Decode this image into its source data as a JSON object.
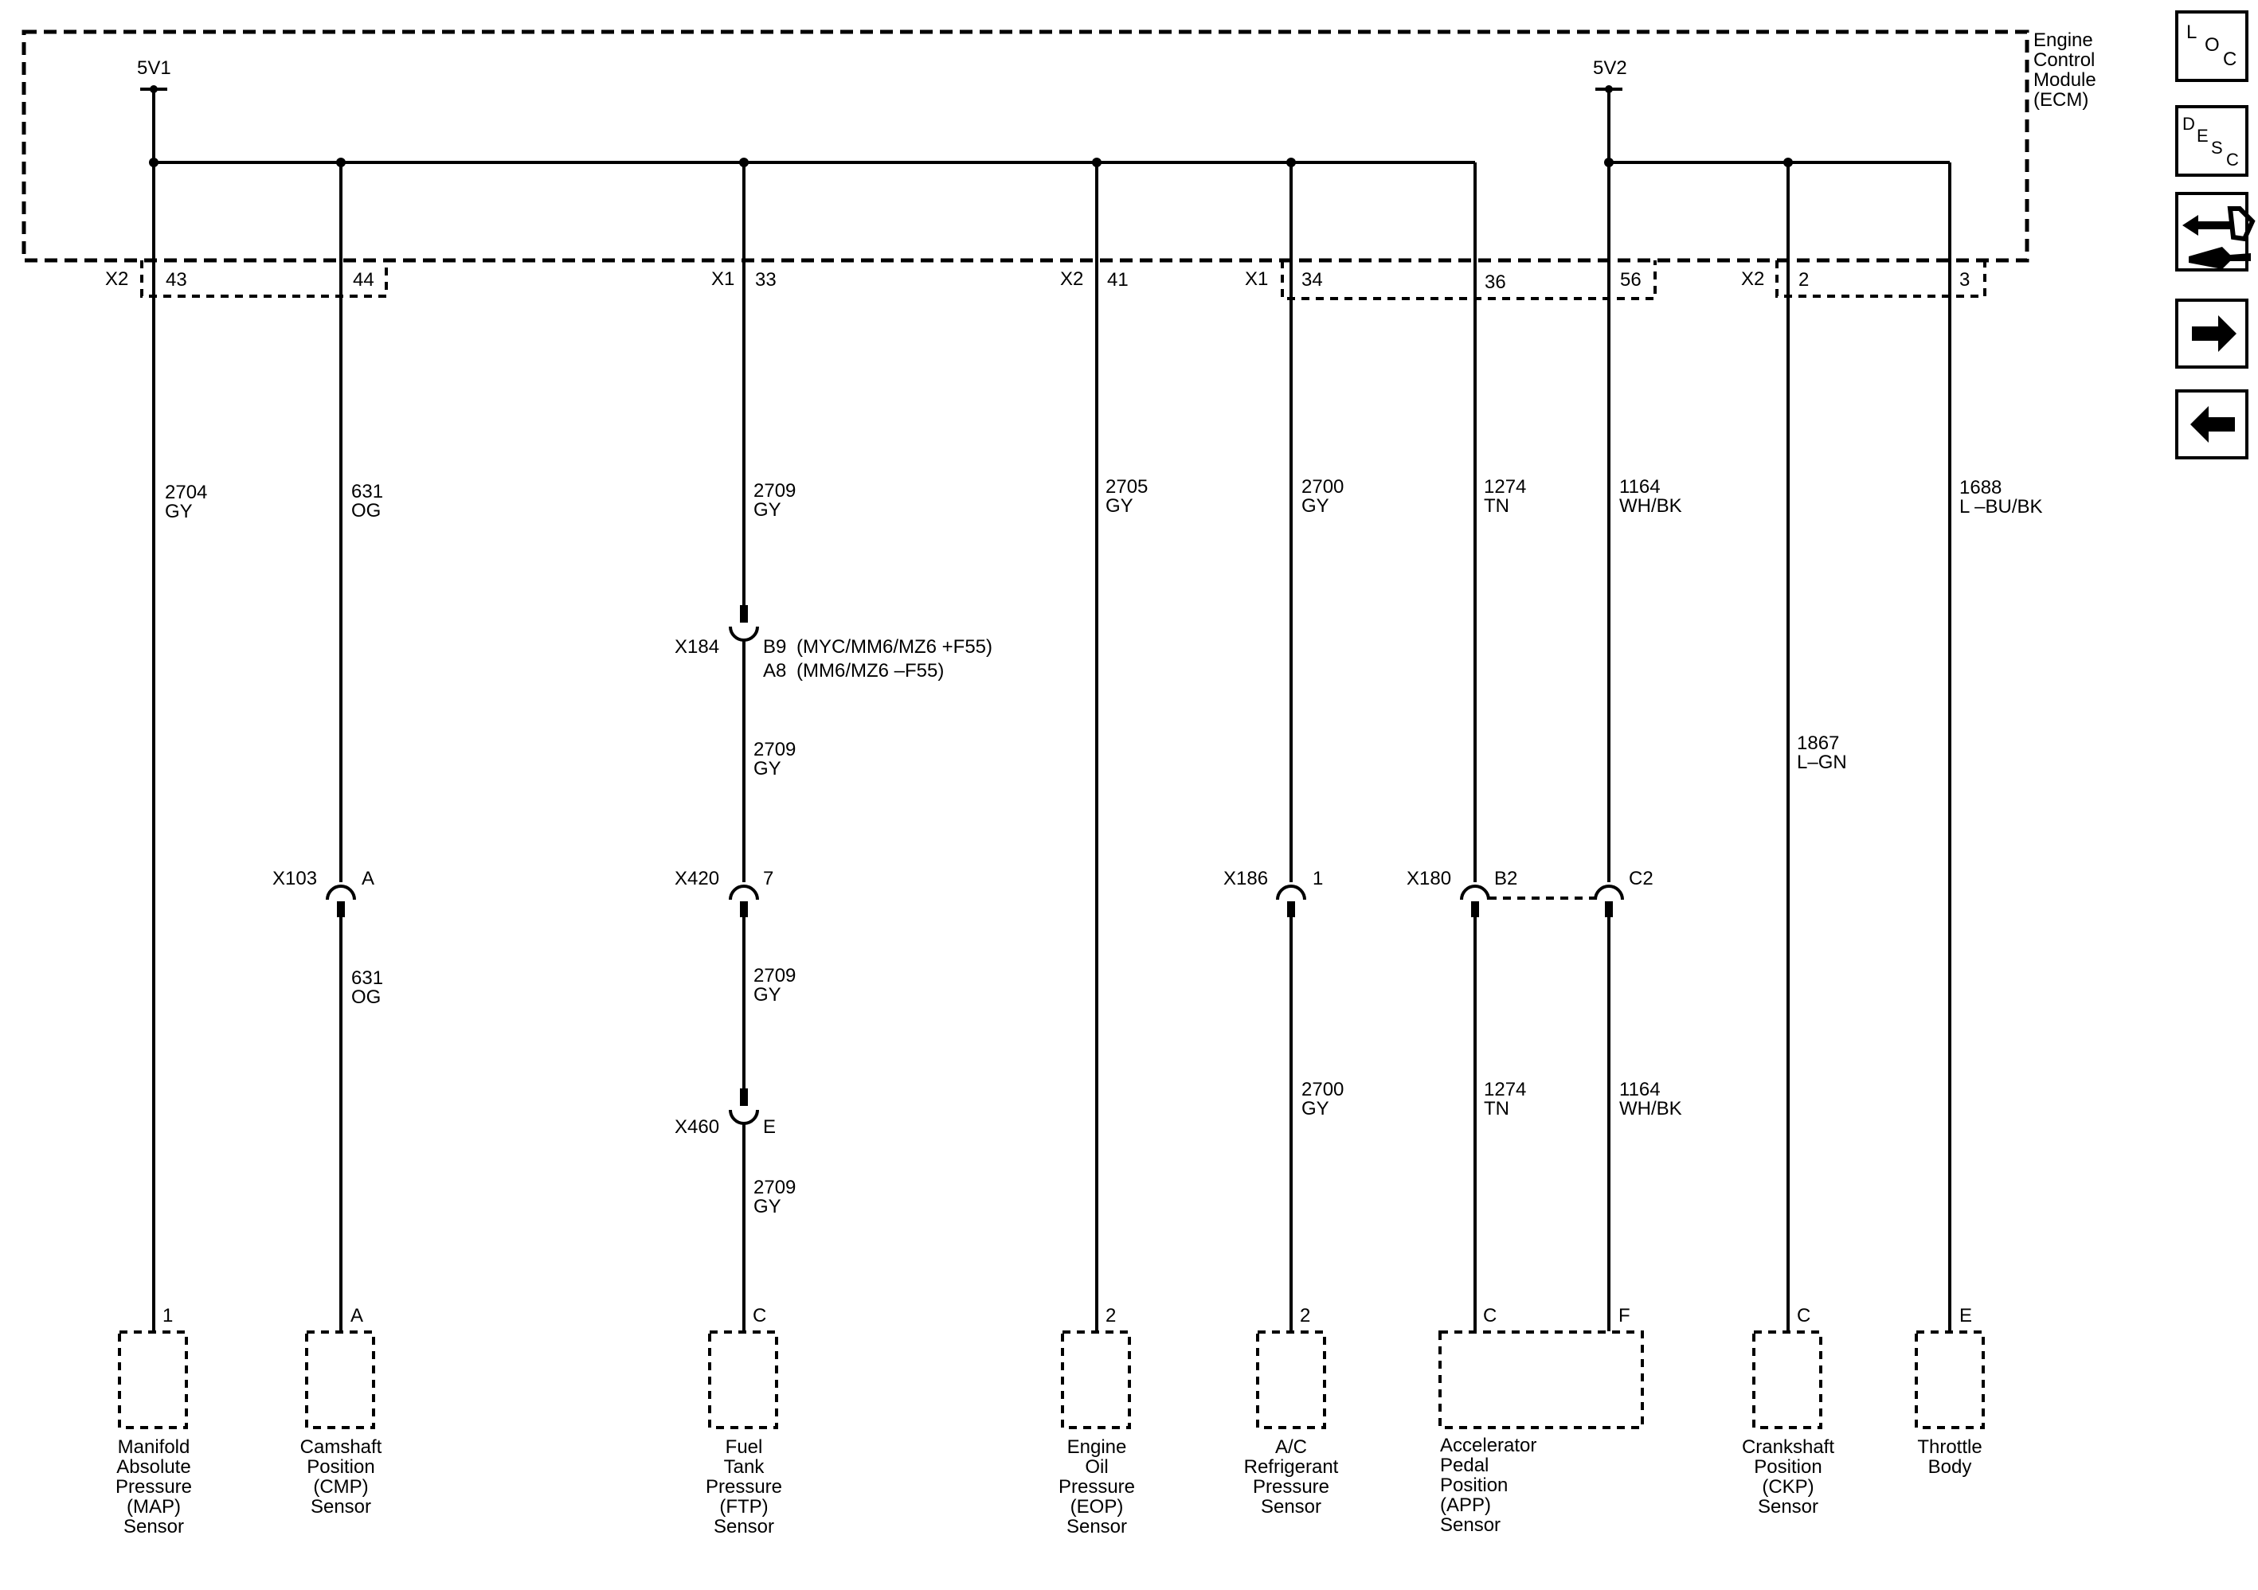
{
  "ecm": {
    "title_lines": [
      "Engine",
      "Control",
      "Module",
      "(ECM)"
    ],
    "supply1": "5V1",
    "supply2": "5V2"
  },
  "connectors": {
    "x2_left": "X2",
    "x1_mid": "X1",
    "x2_mid": "X2",
    "x1_right": "X1",
    "x2_right": "X2"
  },
  "wires": [
    {
      "id": "map",
      "ecm_pin": "43",
      "upper_circuit": "2704",
      "upper_color": "GY",
      "sensor_pin": "1",
      "sensor_lines": [
        "Manifold",
        "Absolute",
        "Pressure",
        "(MAP)",
        "Sensor"
      ]
    },
    {
      "id": "cmp",
      "ecm_pin": "44",
      "upper_circuit": "631",
      "upper_color": "OG",
      "inline": [
        {
          "name": "X103",
          "pin": "A"
        }
      ],
      "lower": [
        {
          "circuit": "631",
          "color": "OG"
        }
      ],
      "sensor_pin": "A",
      "sensor_lines": [
        "Camshaft",
        "Position",
        "(CMP)",
        "Sensor"
      ]
    },
    {
      "id": "ftp",
      "ecm_pin": "33",
      "upper_circuit": "2709",
      "upper_color": "GY",
      "inline": [
        {
          "name": "X184",
          "pin": "B9",
          "note": "(MYC/MM6/MZ6 +F55)",
          "alt_pin": "A8",
          "alt_note": "(MM6/MZ6 –F55)"
        },
        {
          "name": "X420",
          "pin": "7"
        },
        {
          "name": "X460",
          "pin": "E"
        }
      ],
      "lower": [
        {
          "circuit": "2709",
          "color": "GY"
        },
        {
          "circuit": "2709",
          "color": "GY"
        },
        {
          "circuit": "2709",
          "color": "GY"
        }
      ],
      "sensor_pin": "C",
      "sensor_lines": [
        "Fuel",
        "Tank",
        "Pressure",
        "(FTP)",
        "Sensor"
      ]
    },
    {
      "id": "eop",
      "ecm_pin": "41",
      "upper_circuit": "2705",
      "upper_color": "GY",
      "sensor_pin": "2",
      "sensor_lines": [
        "Engine",
        "Oil",
        "Pressure",
        "(EOP)",
        "Sensor"
      ]
    },
    {
      "id": "ac",
      "ecm_pin": "34",
      "upper_circuit": "2700",
      "upper_color": "GY",
      "inline": [
        {
          "name": "X186",
          "pin": "1"
        }
      ],
      "lower": [
        {
          "circuit": "2700",
          "color": "GY"
        }
      ],
      "sensor_pin": "2",
      "sensor_lines": [
        "A/C",
        "Refrigerant",
        "Pressure",
        "Sensor"
      ]
    },
    {
      "id": "app1",
      "ecm_pin": "36",
      "upper_circuit": "1274",
      "upper_color": "TN",
      "inline": [
        {
          "name": "X180",
          "pin": "B2"
        }
      ],
      "lower": [
        {
          "circuit": "1274",
          "color": "TN"
        }
      ],
      "sensor_pin": "C",
      "sensor_lines": [
        "Accelerator",
        "Pedal",
        "Position",
        "(APP)",
        "Sensor"
      ]
    },
    {
      "id": "app2",
      "ecm_pin": "56",
      "upper_circuit": "1164",
      "upper_color": "WH/BK",
      "inline": [
        {
          "name": "",
          "pin": "C2"
        }
      ],
      "lower": [
        {
          "circuit": "1164",
          "color": "WH/BK"
        }
      ],
      "sensor_pin": "F"
    },
    {
      "id": "ckp",
      "ecm_pin": "2",
      "upper_circuit": "1867",
      "upper_color": "L–GN",
      "sensor_pin": "C",
      "sensor_lines": [
        "Crankshaft",
        "Position",
        "(CKP)",
        "Sensor"
      ]
    },
    {
      "id": "tb",
      "ecm_pin": "3",
      "upper_circuit": "1688",
      "upper_color": "L –BU/BK",
      "sensor_pin": "E",
      "sensor_lines": [
        "Throttle",
        "Body"
      ]
    }
  ],
  "nav": {
    "loc": [
      "L",
      "O",
      "C"
    ],
    "desc": [
      "D",
      "E",
      "S",
      "C"
    ],
    "items": [
      "loc-button",
      "desc-button",
      "connector-service-button",
      "next-button",
      "previous-button"
    ]
  }
}
